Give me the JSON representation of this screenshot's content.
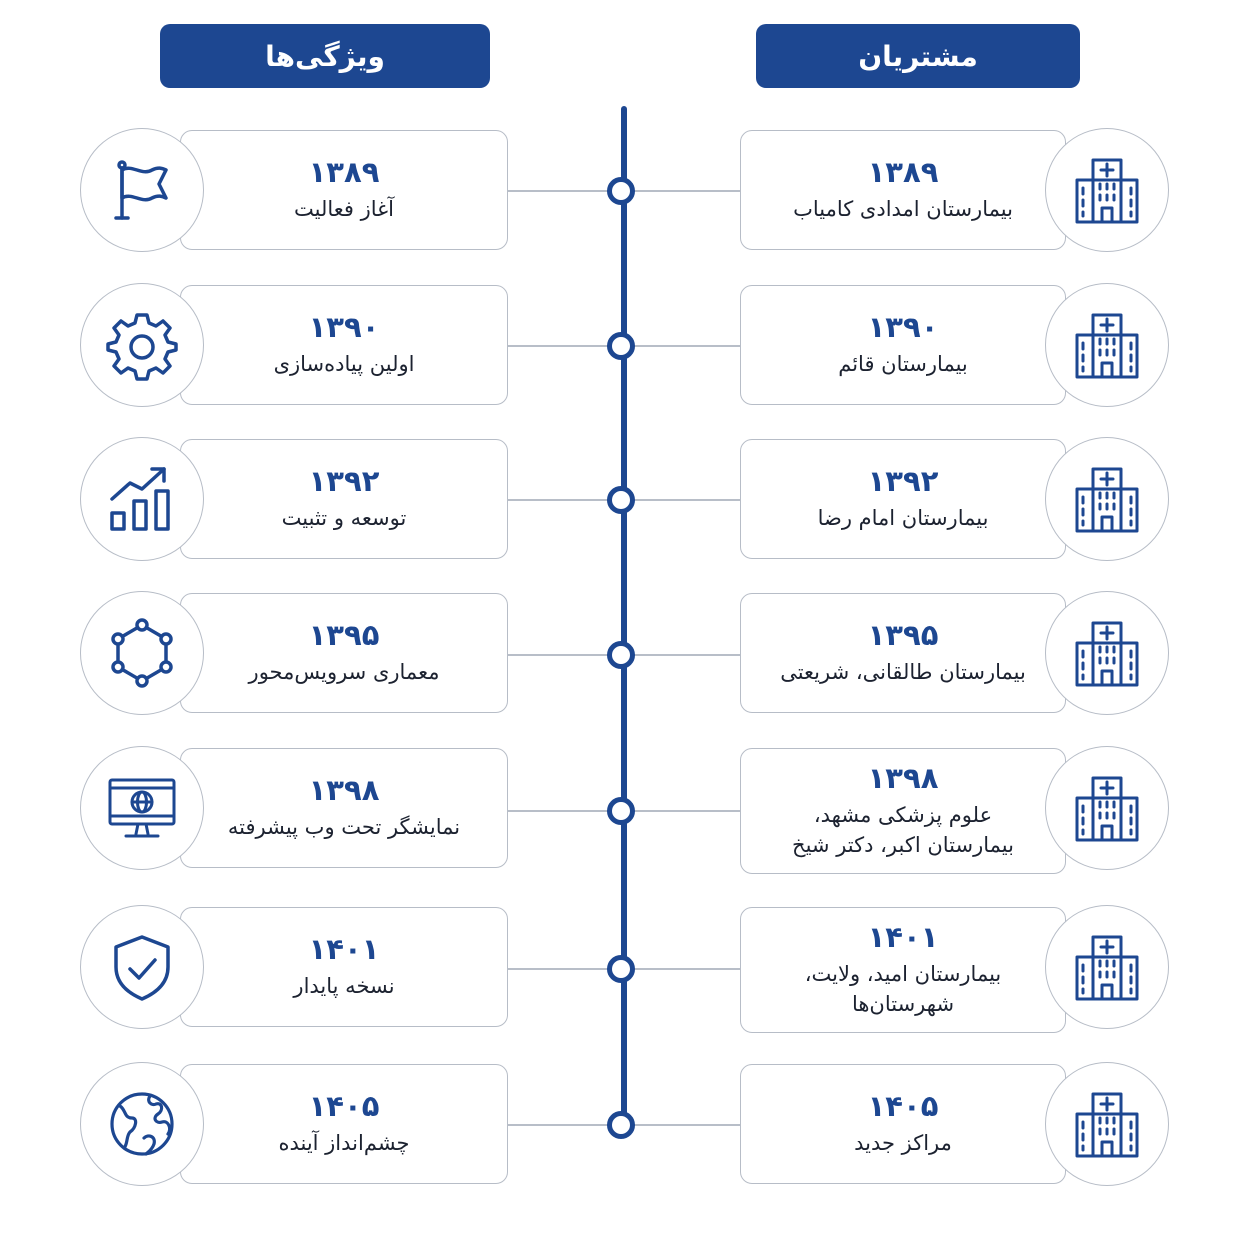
{
  "headers": {
    "left": "ویژگی‌ها",
    "right": "مشتریان"
  },
  "colors": {
    "primary": "#1d4791",
    "border": "#b7bdc7",
    "text": "#1c2230"
  },
  "features": [
    {
      "year": "۱۳۸۹",
      "label": "آغاز فعالیت",
      "icon": "flag-icon"
    },
    {
      "year": "۱۳۹۰",
      "label": "اولین پیاده‌سازی",
      "icon": "gear-icon"
    },
    {
      "year": "۱۳۹۲",
      "label": "توسعه و تثبیت",
      "icon": "growth-chart-icon"
    },
    {
      "year": "۱۳۹۵",
      "label": "معماری سرویس‌محور",
      "icon": "hexagon-network-icon"
    },
    {
      "year": "۱۳۹۸",
      "label": "نمایشگر تحت وب پیشرفته",
      "icon": "web-monitor-icon"
    },
    {
      "year": "۱۴۰۱",
      "label": "نسخه پایدار",
      "icon": "shield-check-icon"
    },
    {
      "year": "۱۴۰۵",
      "label": "چشم‌انداز آینده",
      "icon": "globe-icon"
    }
  ],
  "clients": [
    {
      "year": "۱۳۸۹",
      "lines": [
        "بیمارستان امدادی کامیاب"
      ],
      "icon": "hospital-icon"
    },
    {
      "year": "۱۳۹۰",
      "lines": [
        "بیمارستان قائم"
      ],
      "icon": "hospital-icon"
    },
    {
      "year": "۱۳۹۲",
      "lines": [
        "بیمارستان امام رضا"
      ],
      "icon": "hospital-icon"
    },
    {
      "year": "۱۳۹۵",
      "lines": [
        "بیمارستان طالقانی، شریعتی"
      ],
      "icon": "hospital-icon"
    },
    {
      "year": "۱۳۹۸",
      "lines": [
        "علوم پزشکی مشهد،",
        "بیمارستان اکبر، دکتر شیخ"
      ],
      "icon": "hospital-icon"
    },
    {
      "year": "۱۴۰۱",
      "lines": [
        "بیمارستان امید، ولایت،",
        "شهرستان‌ها"
      ],
      "icon": "hospital-icon"
    },
    {
      "year": "۱۴۰۵",
      "lines": [
        "مراکز جدید"
      ],
      "icon": "hospital-icon"
    }
  ]
}
